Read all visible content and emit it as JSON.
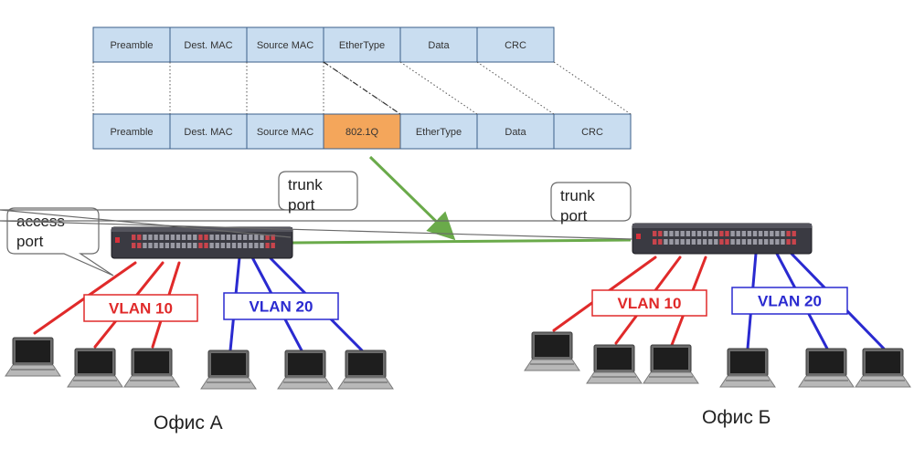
{
  "frames": {
    "top": {
      "fields": [
        "Preamble",
        "Dest. MAC",
        "Source MAC",
        "EtherType",
        "Data",
        "CRC"
      ]
    },
    "bottom": {
      "fields": [
        "Preamble",
        "Dest. MAC",
        "Source MAC",
        "802.1Q",
        "EtherType",
        "Data",
        "CRC"
      ],
      "inserted_field": "802.1Q"
    }
  },
  "colors": {
    "field_fill": "#c9ddf0",
    "field_stroke": "#3b5f8a",
    "inserted_fill": "#f4a65b",
    "trunk_link": "#6aaa4a",
    "vlan10": "#e02a2a",
    "vlan20": "#2a2ad0"
  },
  "offices": {
    "a": {
      "label": "Офис А",
      "callouts": {
        "access": [
          "access",
          "port"
        ],
        "trunk": [
          "trunk",
          "port"
        ]
      },
      "vlan10_label": "VLAN 10",
      "vlan20_label": "VLAN 20"
    },
    "b": {
      "label": "Офис Б",
      "callouts": {
        "trunk": [
          "trunk",
          "port"
        ]
      },
      "vlan10_label": "VLAN 10",
      "vlan20_label": "VLAN 20"
    }
  }
}
